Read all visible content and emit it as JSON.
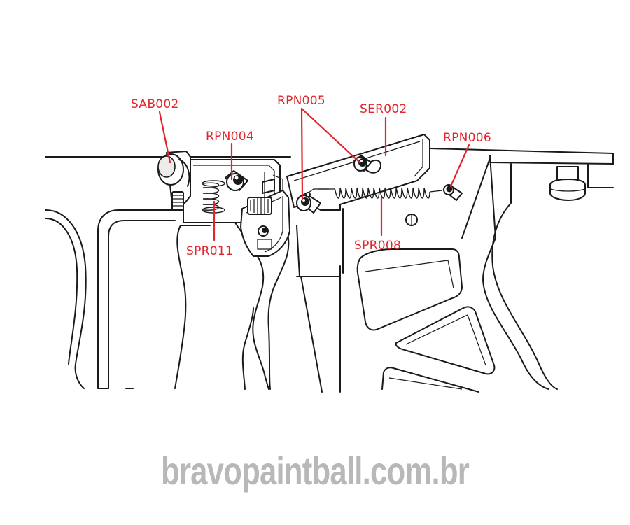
{
  "diagram": {
    "labels": {
      "sab002": "SAB002",
      "rpn004": "RPN004",
      "rpn005": "RPN005",
      "ser002": "SER002",
      "rpn006": "RPN006",
      "spr011": "SPR011",
      "spr008": "SPR008"
    },
    "watermark": "bravopaintball.com.br",
    "colors": {
      "label": "#e0262c",
      "line": "#1a1a1a",
      "watermark": "#b8b8b8"
    }
  }
}
